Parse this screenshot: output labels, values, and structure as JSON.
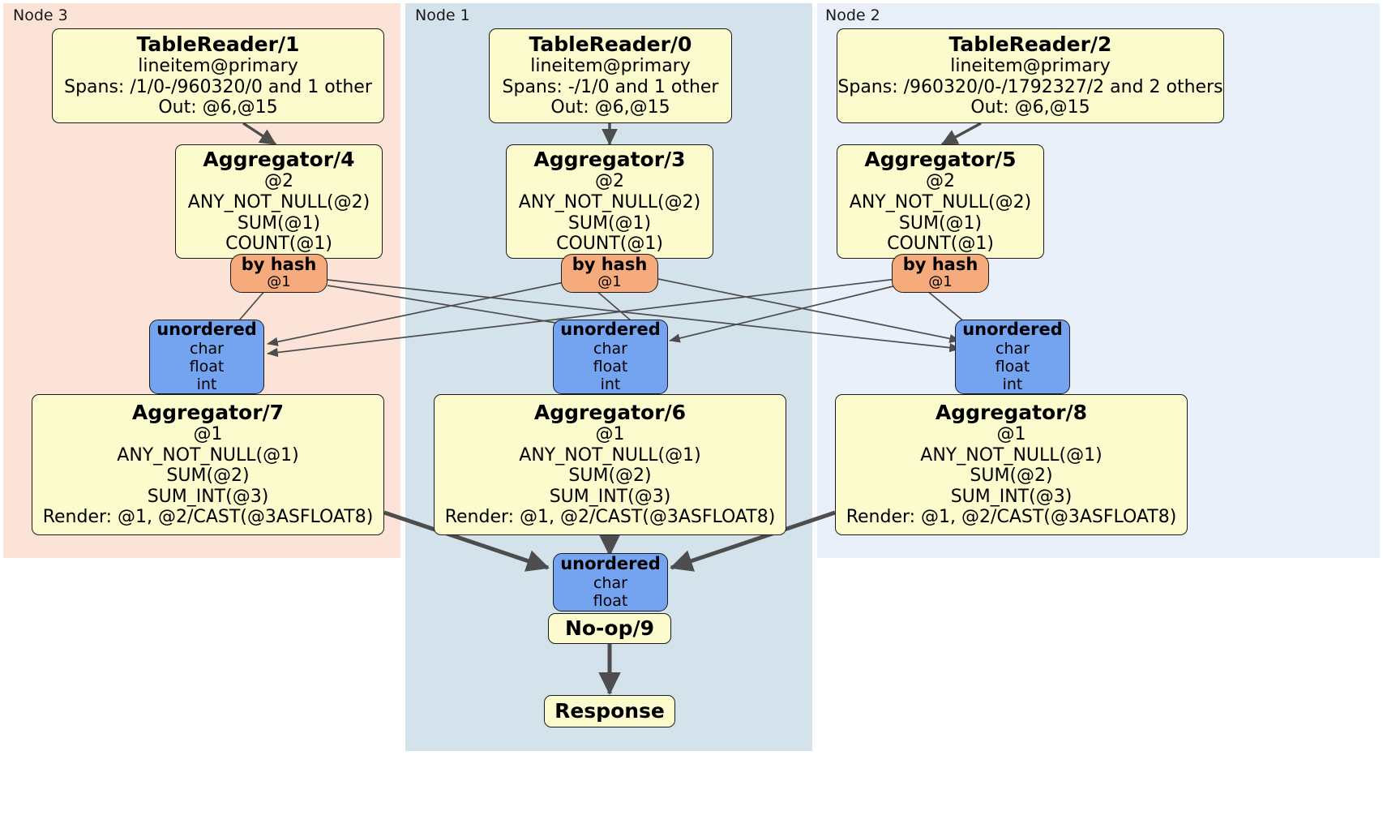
{
  "diagram": {
    "type": "distributed-query-plan",
    "palette": {
      "node3_panel": "#fbe4d7",
      "node1_panel": "#d4e2ec",
      "node2_panel": "#eaf0fa",
      "processor_box": "#fbfbcd",
      "router_box": "#f6ab7c",
      "synchronizer_box": "#74a3f0",
      "border": "#1b1b1b",
      "edge": "#4d4d4d"
    },
    "panels": [
      {
        "id": "node3",
        "label": "Node 3"
      },
      {
        "id": "node1",
        "label": "Node 1"
      },
      {
        "id": "node2",
        "label": "Node 2"
      }
    ],
    "nodes": {
      "tablereader1": {
        "title": "TableReader/1",
        "lines": [
          "lineitem@primary",
          "Spans: /1/0-/960320/0 and 1 other",
          "Out: @6,@15"
        ]
      },
      "tablereader0": {
        "title": "TableReader/0",
        "lines": [
          "lineitem@primary",
          "Spans: -/1/0 and 1 other",
          "Out: @6,@15"
        ]
      },
      "tablereader2": {
        "title": "TableReader/2",
        "lines": [
          "lineitem@primary",
          "Spans: /960320/0-/1792327/2 and 2 others",
          "Out: @6,@15"
        ]
      },
      "aggregator4": {
        "title": "Aggregator/4",
        "lines": [
          "@2",
          "ANY_NOT_NULL(@2)",
          "SUM(@1)",
          "COUNT(@1)"
        ]
      },
      "aggregator3": {
        "title": "Aggregator/3",
        "lines": [
          "@2",
          "ANY_NOT_NULL(@2)",
          "SUM(@1)",
          "COUNT(@1)"
        ]
      },
      "aggregator5": {
        "title": "Aggregator/5",
        "lines": [
          "@2",
          "ANY_NOT_NULL(@2)",
          "SUM(@1)",
          "COUNT(@1)"
        ]
      },
      "router_left": {
        "title": "by hash",
        "lines": [
          "@1"
        ]
      },
      "router_center": {
        "title": "by hash",
        "lines": [
          "@1"
        ]
      },
      "router_right": {
        "title": "by hash",
        "lines": [
          "@1"
        ]
      },
      "sync_left": {
        "title": "unordered",
        "lines": [
          "char",
          "float",
          "int"
        ]
      },
      "sync_center": {
        "title": "unordered",
        "lines": [
          "char",
          "float",
          "int"
        ]
      },
      "sync_right": {
        "title": "unordered",
        "lines": [
          "char",
          "float",
          "int"
        ]
      },
      "aggregator7": {
        "title": "Aggregator/7",
        "lines": [
          "@1",
          "ANY_NOT_NULL(@1)",
          "SUM(@2)",
          "SUM_INT(@3)",
          "Render: @1, @2/CAST(@3ASFLOAT8)"
        ]
      },
      "aggregator6": {
        "title": "Aggregator/6",
        "lines": [
          "@1",
          "ANY_NOT_NULL(@1)",
          "SUM(@2)",
          "SUM_INT(@3)",
          "Render: @1, @2/CAST(@3ASFLOAT8)"
        ]
      },
      "aggregator8": {
        "title": "Aggregator/8",
        "lines": [
          "@1",
          "ANY_NOT_NULL(@1)",
          "SUM(@2)",
          "SUM_INT(@3)",
          "Render: @1, @2/CAST(@3ASFLOAT8)"
        ]
      },
      "sync_final": {
        "title": "unordered",
        "lines": [
          "char",
          "float"
        ]
      },
      "noop9": {
        "title": "No-op/9",
        "lines": []
      },
      "response": {
        "title": "Response",
        "lines": []
      }
    }
  }
}
